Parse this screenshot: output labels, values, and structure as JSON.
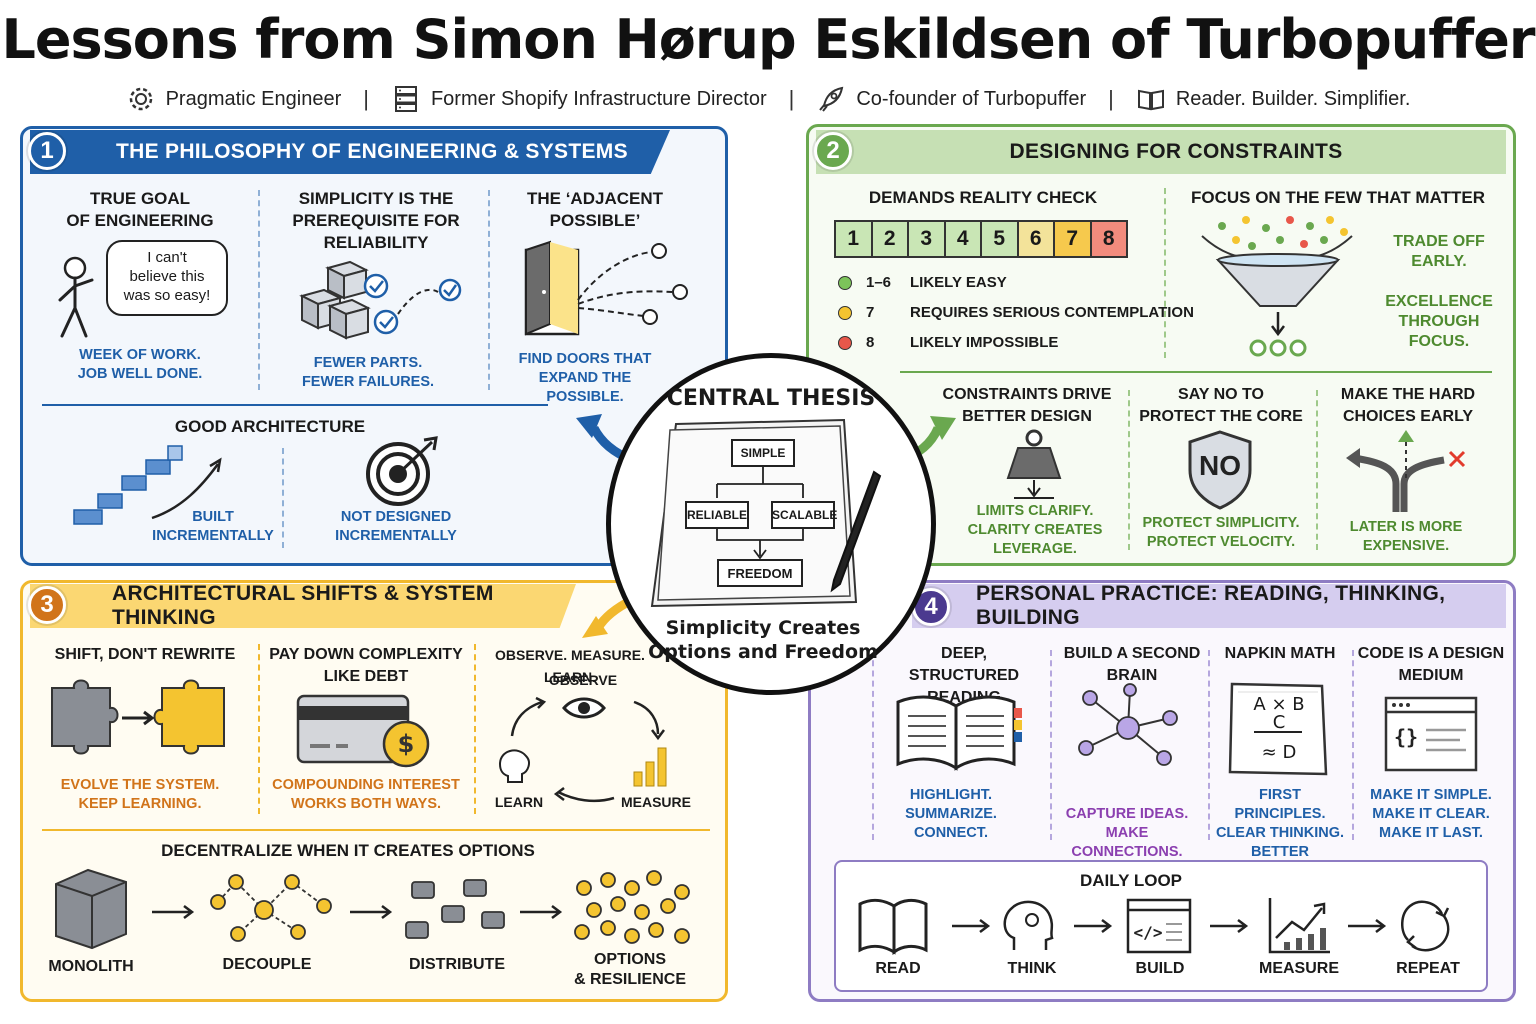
{
  "title": "Lessons from Simon Hørup Eskildsen of Turbopuffer",
  "subtitle": [
    {
      "icon": "gear-icon",
      "text": "Pragmatic Engineer"
    },
    {
      "icon": "server-icon",
      "text": "Former Shopify Infrastructure Director"
    },
    {
      "icon": "rocket-icon",
      "text": "Co-founder of Turbopuffer"
    },
    {
      "icon": "book-icon",
      "text": "Reader. Builder. Simplifier."
    }
  ],
  "separator": "|",
  "colors": {
    "blue": "#1f5fa8",
    "green": "#6aa84f",
    "yellow": "#f1b82d",
    "purple": "#8e7cc3"
  },
  "section1": {
    "number": "1",
    "title": "THE PHILOSOPHY OF ENGINEERING & SYSTEMS",
    "col1": {
      "heading": "TRUE GOAL\nOF ENGINEERING",
      "bubble": "I can't\nbelieve this\nwas so easy!",
      "caption": "WEEK OF WORK.\nJOB WELL DONE."
    },
    "col2": {
      "heading": "SIMPLICITY IS THE\nPREREQUISITE FOR\nRELIABILITY",
      "caption": "FEWER PARTS.\nFEWER FAILURES."
    },
    "col3": {
      "heading": "THE ‘ADJACENT\nPOSSIBLE’",
      "caption": "FIND DOORS THAT\nEXPAND THE POSSIBLE."
    },
    "arch": {
      "heading": "GOOD ARCHITECTURE",
      "left": "BUILT\nINCREMENTALLY",
      "right": "NOT DESIGNED\nINCREMENTALLY"
    }
  },
  "section2": {
    "number": "2",
    "title": "DESIGNING FOR CONSTRAINTS",
    "reality": {
      "heading": "DEMANDS REALITY CHECK",
      "scale": [
        "1",
        "2",
        "3",
        "4",
        "5",
        "6",
        "7",
        "8"
      ],
      "scale_colors": [
        "#c9e6b5",
        "#c9e6b5",
        "#c9e6b5",
        "#c9e6b5",
        "#c9e6b5",
        "#f3e39a",
        "#f6c94d",
        "#f28b7d"
      ],
      "legend": [
        {
          "key": "1–6",
          "text": "LIKELY EASY",
          "color": "#7cc45a"
        },
        {
          "key": "7",
          "text": "REQUIRES SERIOUS CONTEMPLATION",
          "color": "#f4c430"
        },
        {
          "key": "8",
          "text": "LIKELY IMPOSSIBLE",
          "color": "#e8574a"
        }
      ]
    },
    "focus": {
      "heading": "FOCUS ON THE FEW THAT MATTER",
      "text1": "TRADE OFF\nEARLY.",
      "text2": "EXCELLENCE\nTHROUGH\nFOCUS."
    },
    "c1": {
      "heading": "CONSTRAINTS DRIVE\nBETTER DESIGN",
      "caption": "LIMITS CLARIFY.\nCLARITY CREATES\nLEVERAGE."
    },
    "c2": {
      "heading": "SAY NO TO\nPROTECT THE CORE",
      "shield": "NO",
      "caption": "PROTECT SIMPLICITY.\nPROTECT VELOCITY."
    },
    "c3": {
      "heading": "MAKE THE HARD\nCHOICES EARLY",
      "caption": "LATER IS MORE\nEXPENSIVE."
    }
  },
  "section3": {
    "number": "3",
    "title": "ARCHITECTURAL SHIFTS & SYSTEM THINKING",
    "c1": {
      "heading": "SHIFT, DON'T REWRITE",
      "caption": "EVOLVE THE SYSTEM.\nKEEP LEARNING."
    },
    "c2": {
      "heading": "PAY DOWN COMPLEXITY\nLIKE DEBT",
      "caption": "COMPOUNDING INTEREST\nWORKS BOTH WAYS."
    },
    "c3": {
      "heading": "OBSERVE. MEASURE. LEARN.",
      "observe": "OBSERVE",
      "learn": "LEARN",
      "measure": "MEASURE"
    },
    "decentral": {
      "heading": "DECENTRALIZE WHEN IT CREATES OPTIONS",
      "steps": [
        "MONOLITH",
        "DECOUPLE",
        "DISTRIBUTE",
        "OPTIONS\n& RESILIENCE"
      ]
    }
  },
  "section4": {
    "number": "4",
    "title": "PERSONAL PRACTICE: READING, THINKING, BUILDING",
    "c1": {
      "heading": "DEEP, STRUCTURED\nREADING",
      "caption": "HIGHLIGHT.\nSUMMARIZE.\nCONNECT."
    },
    "c2": {
      "heading": "BUILD A SECOND\nBRAIN",
      "caption": "CAPTURE IDEAS.\nMAKE CONNECTIONS.\nCOMPOUND INSIGHT."
    },
    "c3": {
      "heading": "NAPKIN MATH",
      "formula_top": "A × B",
      "formula_mid": "C",
      "formula_bot": "≈ D",
      "caption": "FIRST PRINCIPLES.\nCLEAR THINKING.\nBETTER DECISIONS."
    },
    "c4": {
      "heading": "CODE IS A DESIGN\nMEDIUM",
      "caption": "MAKE IT SIMPLE.\nMAKE IT CLEAR.\nMAKE IT LAST."
    },
    "loop": {
      "heading": "DAILY LOOP",
      "steps": [
        "READ",
        "THINK",
        "BUILD",
        "MEASURE",
        "REPEAT"
      ]
    }
  },
  "center": {
    "heading": "CENTRAL THESIS",
    "nodes": {
      "top": "SIMPLE",
      "left": "RELIABLE",
      "right": "SCALABLE",
      "bottom": "FREEDOM"
    },
    "caption": "Simplicity Creates\nOptions and Freedom"
  }
}
